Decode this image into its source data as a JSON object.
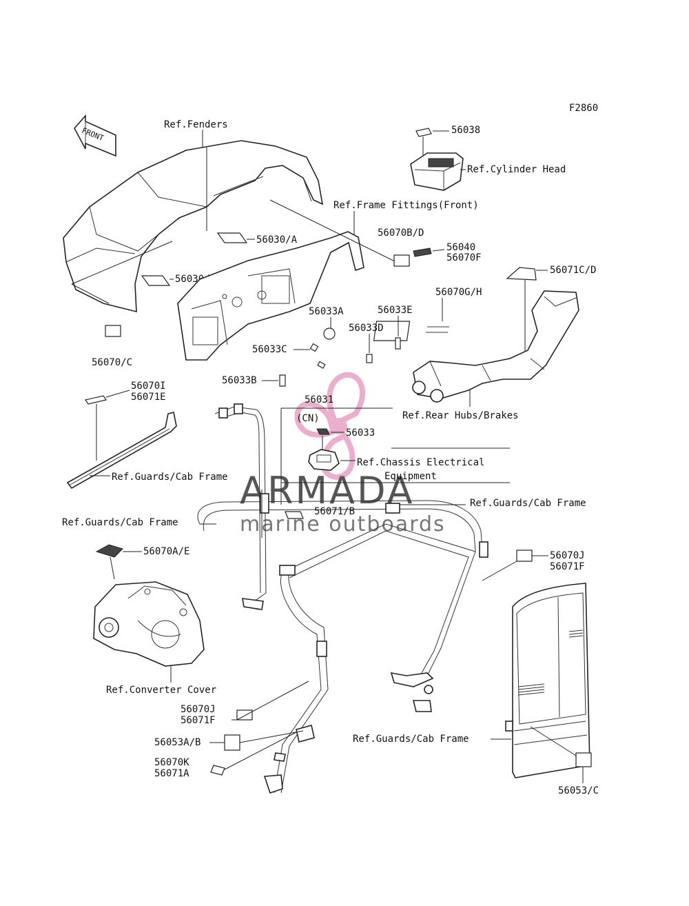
{
  "figure_code": "F2860",
  "front_arrow_label": "FRONT",
  "watermark": {
    "title": "ARMADA",
    "subtitle": "marine outboards",
    "logo_color": "#e9a6c8"
  },
  "labels": {
    "ref_fenders": "Ref.Fenders",
    "p56038": "56038",
    "ref_cyl_head": "Ref.Cylinder Head",
    "ref_frame_fittings": "Ref.Frame Fittings(Front)",
    "p56030a_1": "56030/A",
    "p56030a_2": "56030/A",
    "p56070bd": "56070B/D",
    "p56040": "56040",
    "p56070f": "56070F",
    "p56071cd": "56071C/D",
    "p56070gh": "56070G/H",
    "p56033a": "56033A",
    "p56033e": "56033E",
    "p56033d": "56033D",
    "p56033c": "56033C",
    "p56070c": "56070/C",
    "p56033b": "56033B",
    "p56070i": "56070I",
    "p56071e": "56071E",
    "p56031": "56031",
    "cn": "(CN)",
    "p56033": "56033",
    "ref_rear_hubs": "Ref.Rear Hubs/Brakes",
    "ref_chassis_1": "Ref.Chassis Electrical",
    "ref_chassis_2": "Equipment",
    "ref_guards_1": "Ref.Guards/Cab Frame",
    "ref_guards_2": "Ref.Guards/Cab Frame",
    "p56071b": "56071/B",
    "ref_guards_3": "Ref.Guards/Cab Frame",
    "p56070ae": "56070A/E",
    "p56070j_1": "56070J",
    "p56071f_1": "56071F",
    "ref_converter": "Ref.Converter Cover",
    "p56070j_2": "56070J",
    "p56071f_2": "56071F",
    "p56053ab": "56053A/B",
    "p56070k": "56070K",
    "p56071a": "56071A",
    "ref_guards_4": "Ref.Guards/Cab Frame",
    "p56053c": "56053/C"
  }
}
